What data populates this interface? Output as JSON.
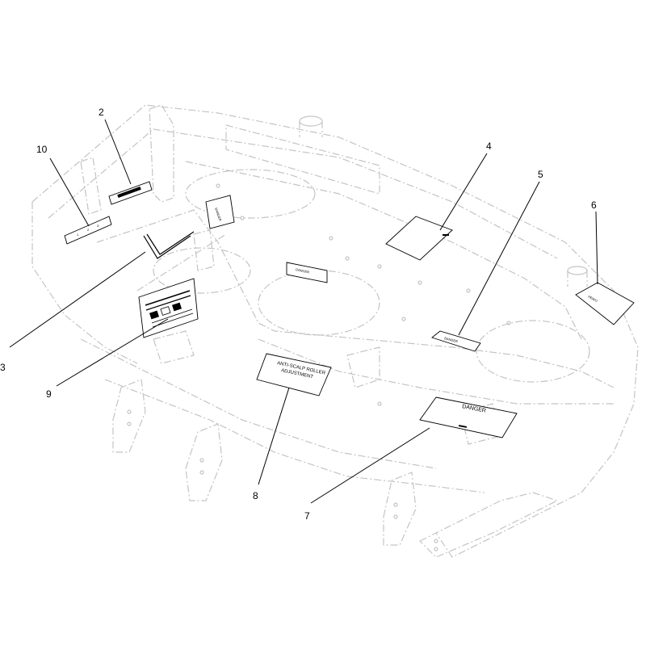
{
  "callouts": {
    "c1": "10",
    "c2": "2",
    "c3": "3",
    "c4": "4",
    "c5": "5",
    "c6": "6",
    "c7": "7",
    "c8": "8",
    "c9": "9"
  },
  "decals": {
    "danger_label": "DANGER",
    "anti_scalp_line1": "ANTI-SCALP ROLLER",
    "anti_scalp_line2": "ADJUSTMENT",
    "model_label": "HE/KO"
  },
  "colors": {
    "deck_outline": "#c4c4c4",
    "leader_lines": "#000000",
    "decal_outline": "#000000"
  }
}
